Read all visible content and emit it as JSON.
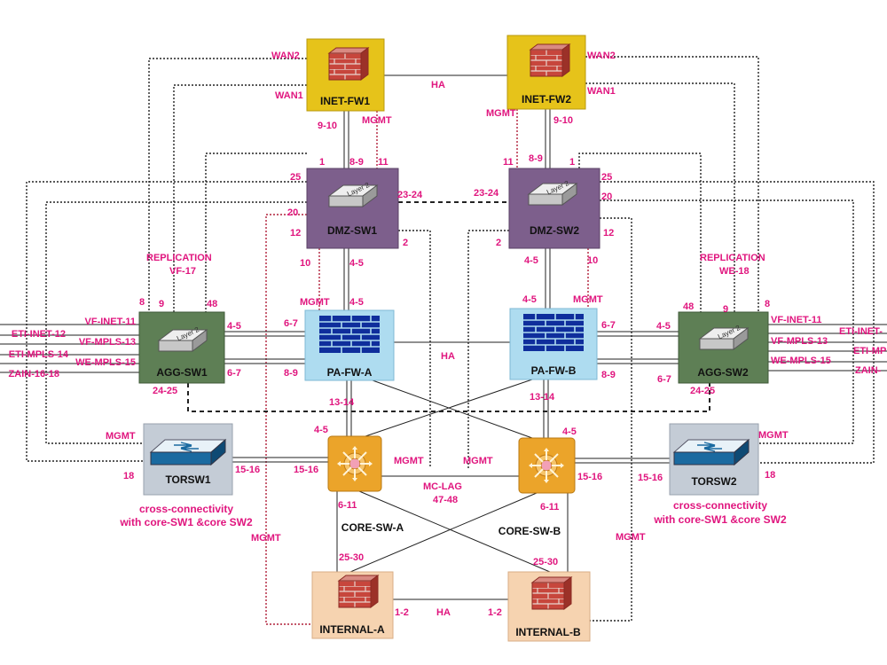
{
  "colors": {
    "label": "#e0157e",
    "firewall_bg": "#e6c31a",
    "dmz_bg": "#7d5f8c",
    "pa_bg": "#aedcf0",
    "agg_bg": "#5e7f55",
    "tor_bg": "#c4ccd6",
    "core_bg": "#eba42a",
    "internal_bg": "#f6d3b0",
    "link": "#222222",
    "mgmt_link": "#b0203a"
  },
  "nodes": {
    "inet_fw1": {
      "name": "INET-FW1",
      "icon": "brick-firewall-icon"
    },
    "inet_fw2": {
      "name": "INET-FW2",
      "icon": "brick-firewall-icon"
    },
    "dmz_sw1": {
      "name": "DMZ-SW1",
      "icon": "layer2-switch-icon",
      "chip": "Layer 2"
    },
    "dmz_sw2": {
      "name": "DMZ-SW2",
      "icon": "layer2-switch-icon",
      "chip": "Layer 2"
    },
    "pa_fw_a": {
      "name": "PA-FW-A",
      "icon": "firewall-wall-icon"
    },
    "pa_fw_b": {
      "name": "PA-FW-B",
      "icon": "firewall-wall-icon"
    },
    "agg_sw1": {
      "name": "AGG-SW1",
      "icon": "layer2-switch-icon",
      "chip": "Layer 2"
    },
    "agg_sw2": {
      "name": "AGG-SW2",
      "icon": "layer2-switch-icon",
      "chip": "Layer 2"
    },
    "torsw1": {
      "name": "TORSW1",
      "icon": "tor-switch-icon"
    },
    "torsw2": {
      "name": "TORSW2",
      "icon": "tor-switch-icon"
    },
    "core_sw_a": {
      "name": "CORE-SW-A",
      "icon": "core-router-icon"
    },
    "core_sw_b": {
      "name": "CORE-SW-B",
      "icon": "core-router-icon"
    },
    "internal_a": {
      "name": "INTERNAL-A",
      "icon": "brick-firewall-icon"
    },
    "internal_b": {
      "name": "INTERNAL-B",
      "icon": "brick-firewall-icon"
    }
  },
  "labels": {
    "wan2_left": "WAN2",
    "wan1_left": "WAN1",
    "wan2_right": "WAN2",
    "wan1_right": "WAN1",
    "ha_top": "HA",
    "mgmt_fw1": "MGMT",
    "mgmt_fw2": "MGMT",
    "p910_left": "9-10",
    "p910_right": "9-10",
    "d1_1": "1",
    "d1_89": "8-9",
    "d1_11": "11",
    "d1_25": "25",
    "d1_2324": "23-24",
    "d1_20": "20",
    "d1_12": "12",
    "d1_2": "2",
    "d1_10": "10",
    "d1_45": "4-5",
    "d2_11": "11",
    "d2_89": "8-9",
    "d2_1": "1",
    "d2_25": "25",
    "d2_2324": "23-24",
    "d2_20": "20",
    "d2_12": "12",
    "d2_2": "2",
    "d2_10": "10",
    "d2_45": "4-5",
    "repl_left": "REPLICATION",
    "vf17": "VF-17",
    "repl_right": "REPLICATION",
    "we18": "WE-18",
    "mgmt_pa_a": "MGMT",
    "pa_a_45": "4-5",
    "mgmt_pa_b": "MGMT",
    "pa_b_45": "4-5",
    "a1_8": "8",
    "a1_9": "9",
    "a1_48": "48",
    "a1_45": "4-5",
    "a1_67": "6-7",
    "a1_67b": "6-7",
    "a1_89": "8-9",
    "a1_2425": "24-25",
    "a2_48": "48",
    "a2_9": "9",
    "a2_8": "8",
    "a2_45": "4-5",
    "a2_67": "6-7",
    "a2_67b": "6-7",
    "a2_89": "8-9",
    "a2_2425": "24-25",
    "vf_inet_11_l": "VF-INET-11",
    "eti_inet_12_l": "ETI-INET-12",
    "vf_mpls_13_l": "VF-MPLS-13",
    "eti_mpls_14_l": "ETI-MPLS-14",
    "we_mpls_15_l": "WE-MPLS-15",
    "zain_16_18_l": "ZAIN-16-18",
    "vf_inet_11_r": "VF-INET-11",
    "eti_inet_r": "ETI-INET-",
    "vf_mpls_13_r": "VF-MPLS-13",
    "eti_mpls_r": "ETI-MP",
    "we_mpls_15_r": "WE-MPLS-15",
    "zain_r": "ZAIN-",
    "ha_pa": "HA",
    "pa_a_1314": "13-14",
    "pa_b_1314": "13-14",
    "core_a_45": "4-5",
    "core_b_45": "4-5",
    "mgmt_tor1": "MGMT",
    "tor1_18": "18",
    "tor1_1516": "15-16",
    "mgmt_tor2": "MGMT",
    "tor2_18": "18",
    "tor2_1516": "15-16",
    "core_a_1516": "15-16",
    "core_b_1516": "15-16",
    "mgmt_core_a": "MGMT",
    "mgmt_core_b": "MGMT",
    "mclag": "MC-LAG",
    "mclag_ports": "47-48",
    "core_a_611": "6-11",
    "core_b_611": "6-11",
    "mgmt_int_a": "MGMT",
    "mgmt_int_b": "MGMT",
    "int_a_2530": "25-30",
    "int_b_2530": "25-30",
    "int_a_12": "1-2",
    "ha_int": "HA",
    "int_b_12": "1-2"
  },
  "notes": {
    "left_line1": "cross-connectivity",
    "left_line2": "with core-SW1 &core SW2",
    "right_line1": "cross-connectivity",
    "right_line2": "with core-SW1 &core SW2"
  }
}
